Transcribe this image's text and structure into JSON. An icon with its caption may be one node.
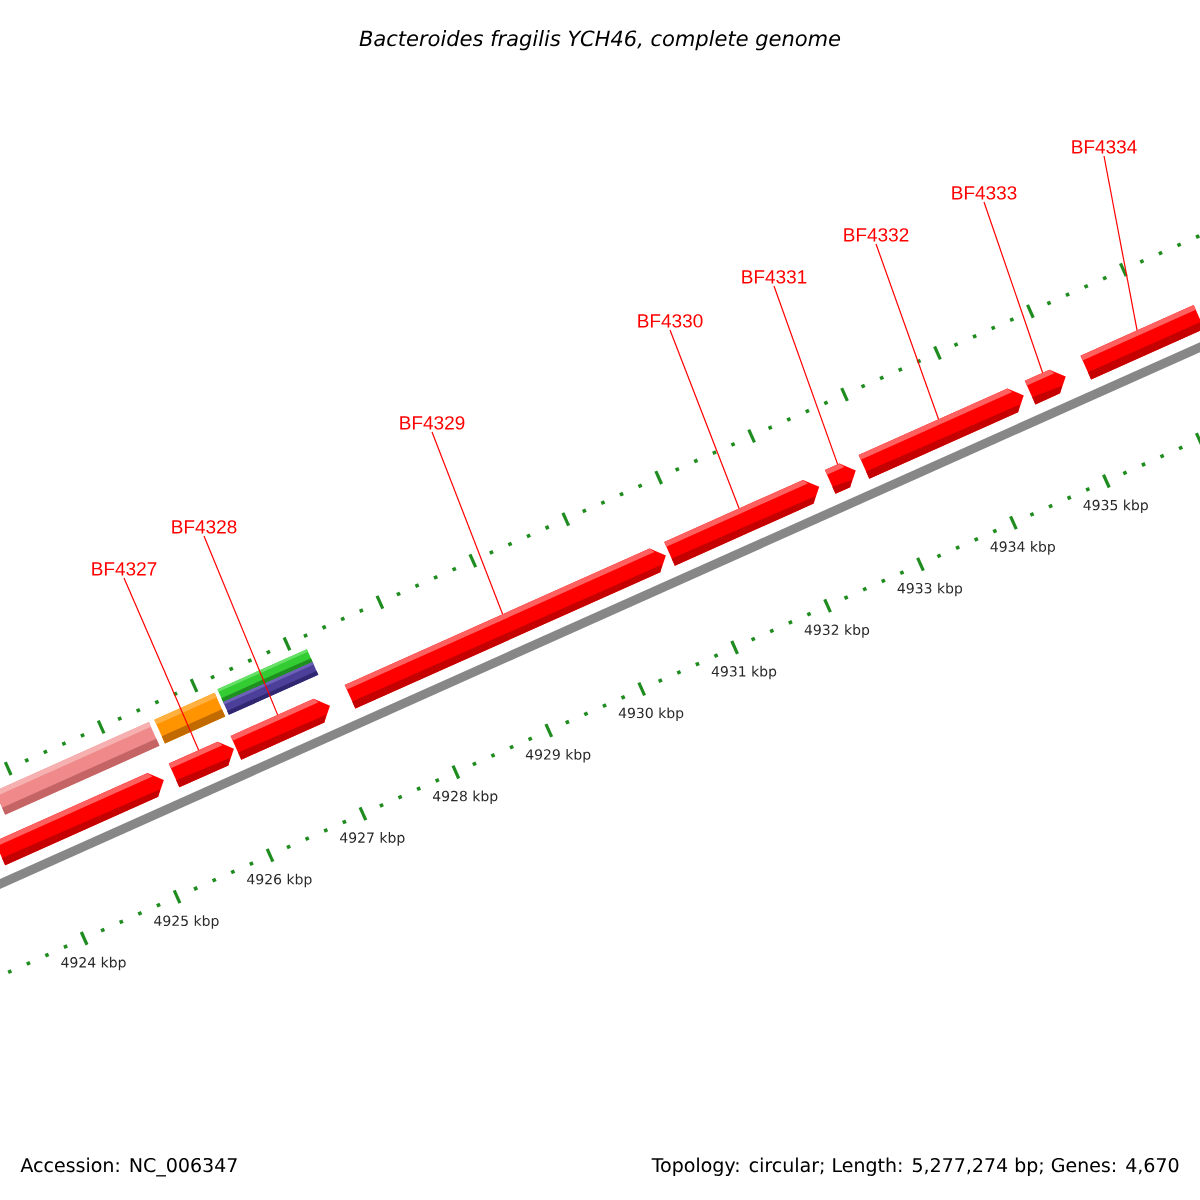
{
  "diagram": {
    "title": "Bacteroides fragilis YCH46, complete genome",
    "nodes": [
      {
        "text": [
          "BF4327"
        ]
      },
      {
        "text": [
          "BF4328"
        ]
      },
      {
        "text": [
          "BF4329"
        ]
      },
      {
        "text": [
          "BF4330"
        ]
      },
      {
        "text": [
          "BF4331"
        ]
      },
      {
        "text": [
          "BF4332"
        ]
      },
      {
        "text": [
          "BF4333"
        ]
      },
      {
        "text": [
          "BF4334"
        ]
      },
      {
        "text": [],
        "shape": "bar"
      },
      {
        "text": [],
        "shape": "bar"
      },
      {
        "text": [],
        "shape": "bar"
      },
      {
        "text": [],
        "shape": "bar"
      },
      {
        "text": [],
        "shape": "bar"
      },
      {
        "text": [],
        "shape": "bar"
      },
      {
        "text": [],
        "shape": "bar"
      },
      {
        "text": [],
        "shape": "bar"
      },
      {
        "text": [],
        "shape": "bar"
      },
      {
        "text": [],
        "shape": "bar"
      },
      {
        "text": [],
        "shape": "bar"
      },
      {
        "text": [],
        "shape": "bar"
      },
      {
        "text": [],
        "shape": "bar"
      }
    ],
    "edges": [
      {
        "from": 0,
        "to": 11,
        "arrow": "none"
      },
      {
        "from": 1,
        "to": 14,
        "arrow": "none"
      },
      {
        "from": 2,
        "to": 15,
        "arrow": "none"
      },
      {
        "from": 3,
        "to": 16,
        "arrow": "none"
      },
      {
        "from": 4,
        "to": 17,
        "arrow": "none"
      },
      {
        "from": 5,
        "to": 18,
        "arrow": "none"
      },
      {
        "from": 6,
        "to": 19,
        "arrow": "none"
      },
      {
        "from": 7,
        "to": 20,
        "arrow": "none"
      }
    ],
    "labels": [
      "4924 kbp",
      "4925 kbp",
      "4926 kbp",
      "4927 kbp",
      "4928 kbp",
      "4929 kbp",
      "4930 kbp",
      "4931 kbp",
      "4932 kbp",
      "4933 kbp",
      "4934 kbp",
      "4935 kbp",
      "Accession: NC_006347",
      "Topology: circular; Length: 5,277,274 bp; Genes: 4,670"
    ]
  }
}
